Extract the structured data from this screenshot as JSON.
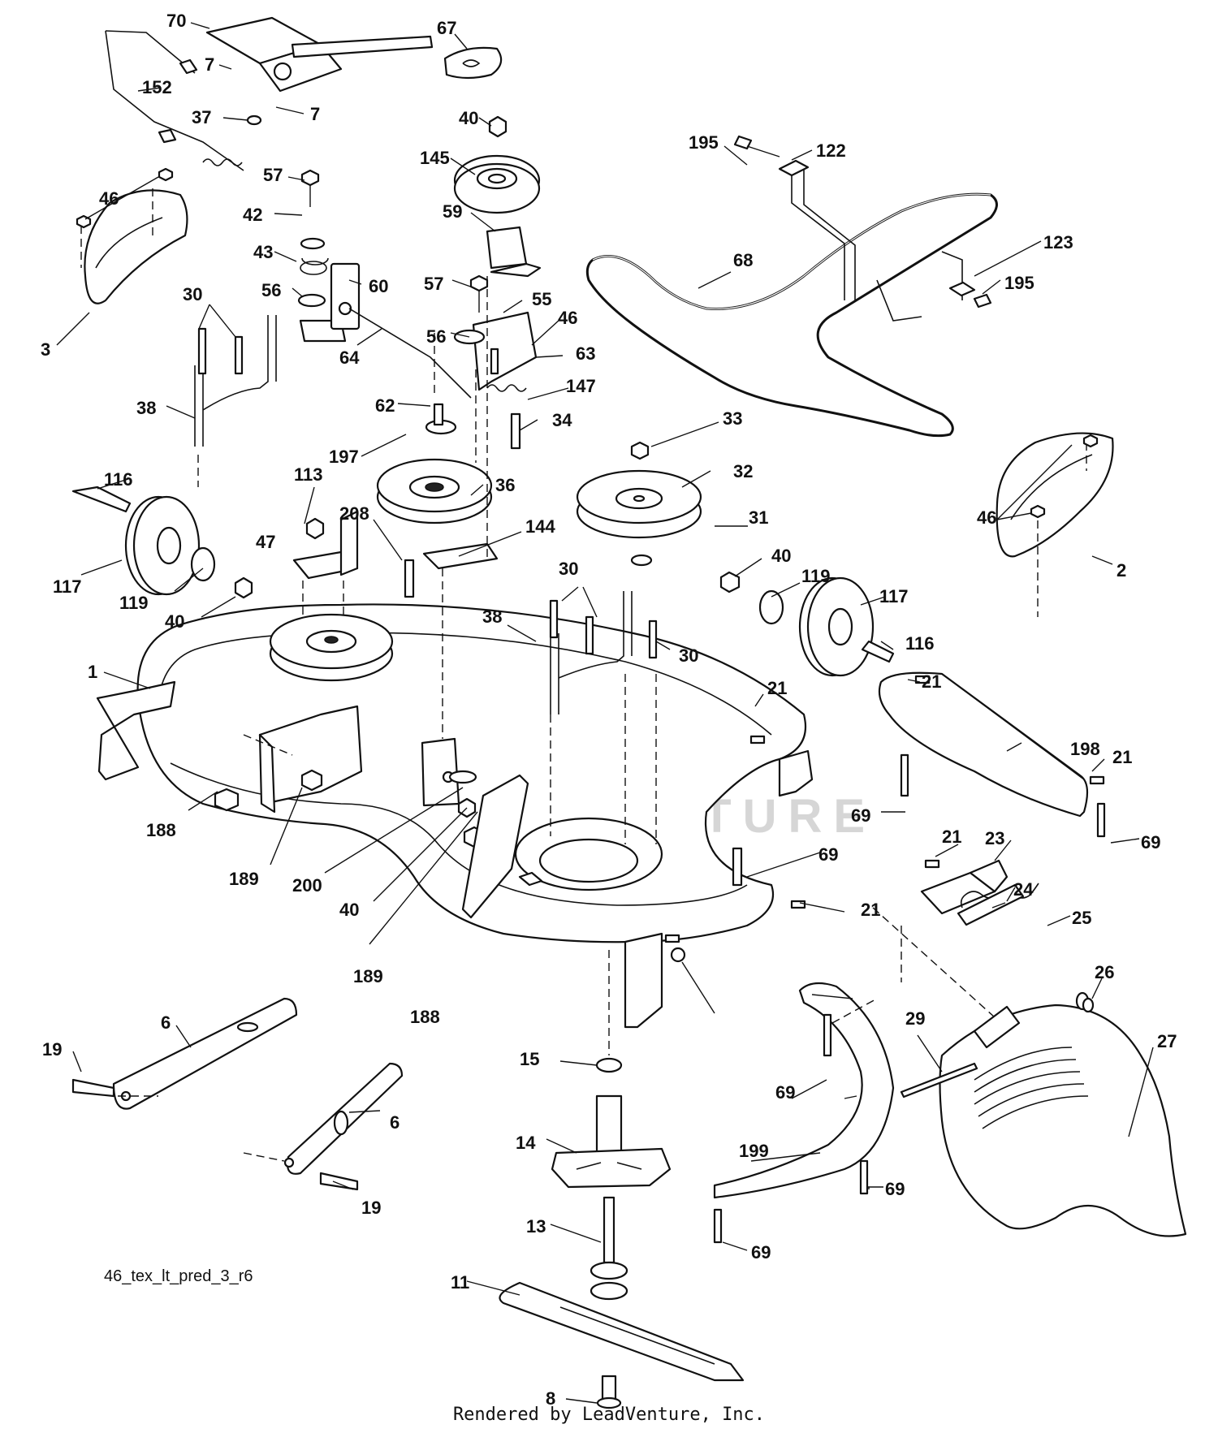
{
  "diagram": {
    "id": "46_tex_lt_pred_3_r6",
    "footer": "Rendered by LeadVenture, Inc.",
    "watermark": "LEADVENTURE",
    "callouts": [
      "70",
      "67",
      "7",
      "152",
      "37",
      "7",
      "40",
      "145",
      "195",
      "122",
      "46",
      "57",
      "42",
      "43",
      "56",
      "60",
      "30",
      "64",
      "3",
      "38",
      "59",
      "68",
      "123",
      "195",
      "57",
      "55",
      "46",
      "56",
      "63",
      "147",
      "62",
      "34",
      "33",
      "197",
      "36",
      "32",
      "116",
      "113",
      "208",
      "144",
      "31",
      "46",
      "2",
      "47",
      "117",
      "119",
      "40",
      "30",
      "40",
      "119",
      "117",
      "38",
      "30",
      "116",
      "1",
      "21",
      "198",
      "21",
      "188",
      "189",
      "200",
      "40",
      "69",
      "69",
      "21",
      "23",
      "24",
      "25",
      "21",
      "69",
      "189",
      "188",
      "6",
      "19",
      "21",
      "15",
      "26",
      "29",
      "27",
      "6",
      "19",
      "14",
      "69",
      "199",
      "69",
      "13",
      "69",
      "11",
      "8"
    ]
  }
}
